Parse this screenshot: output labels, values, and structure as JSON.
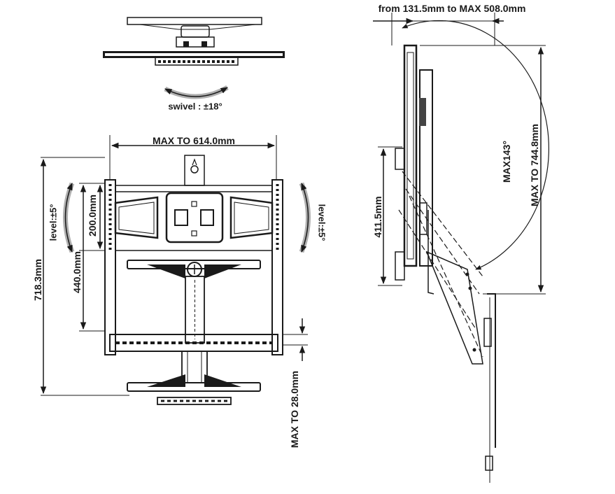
{
  "labels": {
    "swivel": "swivel : ±18°",
    "max_width": "MAX TO 614.0mm",
    "level_left": "level:±5°",
    "level_right": "level:±5°",
    "height_200": "200.0mm",
    "height_440": "440.0mm",
    "height_718": "718.3mm",
    "max_28": "MAX TO 28.0mm",
    "extension": "from 131.5mm to MAX 508.0mm",
    "tilt": "MAX143°",
    "max_744": "MAX TO 744.8mm",
    "height_411": "411.5mm"
  },
  "colors": {
    "line": "#1a1a1a",
    "background": "#ffffff",
    "shade": "#444444"
  }
}
